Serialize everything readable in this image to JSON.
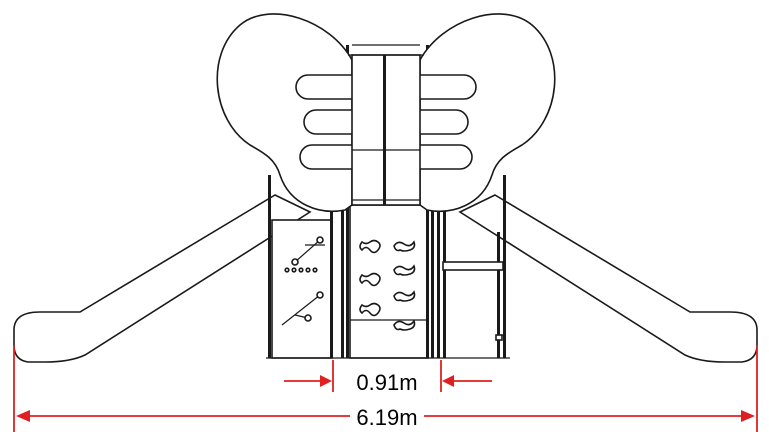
{
  "drawing": {
    "subject": "playground-structure-front-elevation",
    "line_color": "#1a1a1a",
    "dimension_color": "#e02020"
  },
  "dimensions": {
    "inner_width_label": "0.91m",
    "overall_width_label": "6.19m"
  }
}
